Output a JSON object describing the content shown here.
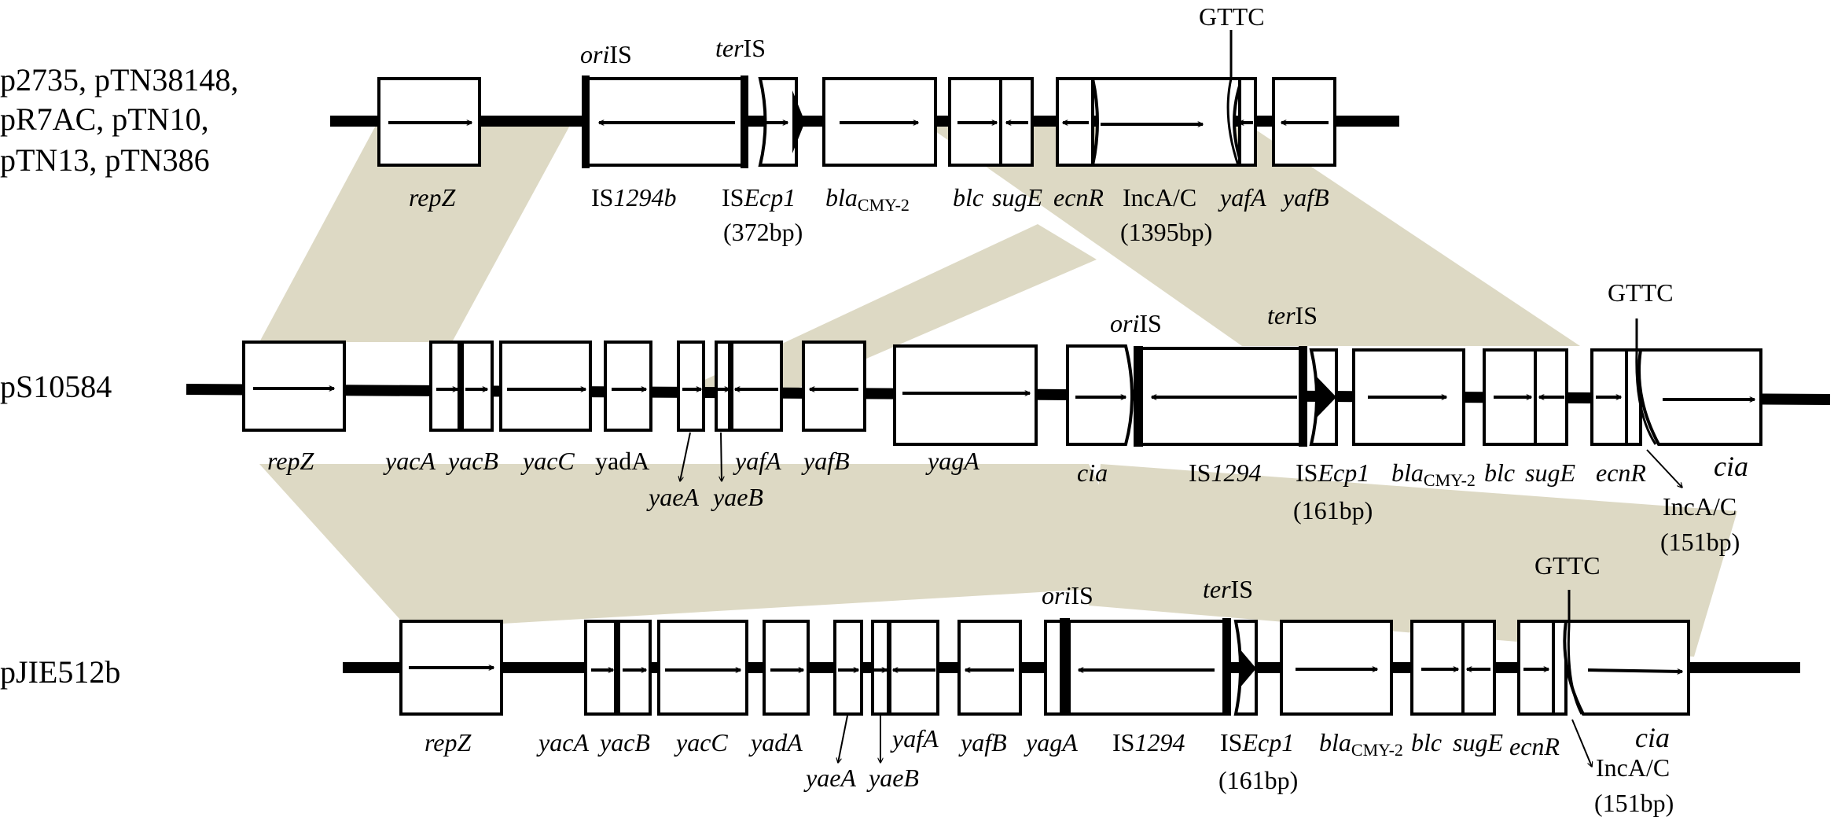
{
  "colors": {
    "homology": "#DDD9C4",
    "ink": "#000000",
    "background": "#FFFFFF"
  },
  "tracks": [
    {
      "id": "t1",
      "label_lines": [
        "p2735, pTN38148,",
        "pR7AC, pTN10,",
        "pTN13, pTN386"
      ]
    },
    {
      "id": "t2",
      "label_lines": [
        "pS10584"
      ]
    },
    {
      "id": "t3",
      "label_lines": [
        "pJIE512b"
      ]
    }
  ],
  "labels": {
    "t1": {
      "repZ": "repZ",
      "oriIS_a": "ori",
      "oriIS_b": "IS",
      "terIS_a": "ter",
      "terIS_b": "IS",
      "GTTC": "GTTC",
      "IS1294b_a": "IS",
      "IS1294b_b": "1294b",
      "ISEcp1_a": "IS",
      "ISEcp1_b": "Ecp1",
      "ISEcp1_len": "(372bp)",
      "bla_a": "bla",
      "bla_sub": "CMY-2",
      "blc": "blc",
      "sugE": "sugE",
      "ecnR": "ecnR",
      "IncAC": "IncA/C",
      "IncAC_len": "(1395bp)",
      "yafA": "yafA",
      "yafB": "yafB"
    },
    "t2": {
      "repZ": "repZ",
      "yacA": "yacA",
      "yacB": "yacB",
      "yacC": "yacC",
      "yadA": "yadA",
      "yaeA": "yaeA",
      "yaeB": "yaeB",
      "yafA": "yafA",
      "yafB": "yafB",
      "yagA": "yagA",
      "cia_left": "cia",
      "oriIS_a": "ori",
      "oriIS_b": "IS",
      "terIS_a": "ter",
      "terIS_b": "IS",
      "IS1294_a": "IS",
      "IS1294_b": "1294",
      "ISEcp1_a": "IS",
      "ISEcp1_b": "Ecp1",
      "ISEcp1_len": "(161bp)",
      "bla_a": "bla",
      "bla_sub": "CMY-2",
      "blc": "blc",
      "sugE": "sugE",
      "ecnR": "ecnR",
      "GTTC": "GTTC",
      "cia_right": "cia",
      "IncAC": "IncA/C",
      "IncAC_len": "(151bp)"
    },
    "t3": {
      "repZ": "repZ",
      "yacA": "yacA",
      "yacB": "yacB",
      "yacC": "yacC",
      "yadA": "yadA",
      "yaeA": "yaeA",
      "yaeB": "yaeB",
      "yafA": "yafA",
      "yafB": "yafB",
      "yagA": "yagA",
      "oriIS_a": "ori",
      "oriIS_b": "IS",
      "terIS_a": "ter",
      "terIS_b": "IS",
      "IS1294_a": "IS",
      "IS1294_b": "1294",
      "ISEcp1_a": "IS",
      "ISEcp1_b": "Ecp1",
      "ISEcp1_len": "(161bp)",
      "bla_a": "bla",
      "bla_sub": "CMY-2",
      "blc": "blc",
      "sugE": "sugE",
      "ecnR": "ecnR",
      "GTTC": "GTTC",
      "cia": "cia",
      "IncAC": "IncA/C",
      "IncAC_len": "(151bp)"
    }
  }
}
